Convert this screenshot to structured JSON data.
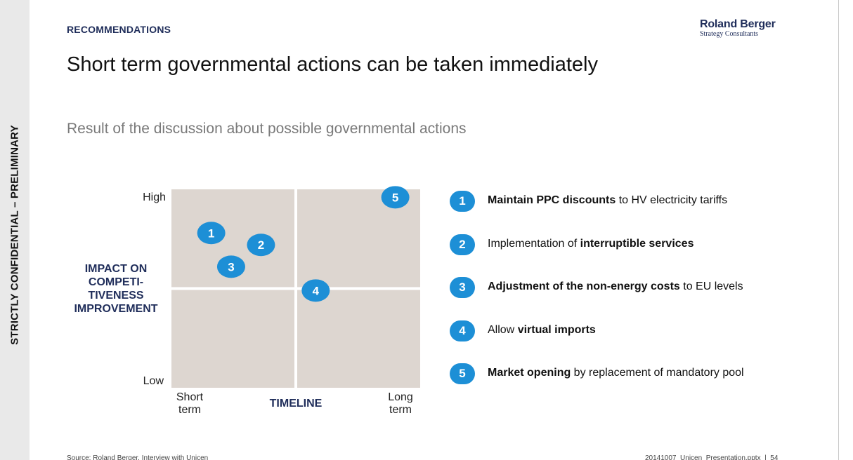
{
  "sidebar": {
    "confidentiality": "STRICTLY CONFIDENTIAL – PRELIMINARY"
  },
  "header": {
    "section": "RECOMMENDATIONS",
    "logo_main": "Roland Berger",
    "logo_sub": "Strategy Consultants",
    "title": "Short term governmental actions can be taken immediately",
    "subtitle": "Result of the discussion about possible governmental actions"
  },
  "colors": {
    "quadrant_fill": "#ddd6d0",
    "bubble": "#1d8fd6",
    "brand_navy": "#1f2d5a"
  },
  "chart_data": {
    "type": "scatter",
    "title": "",
    "xlabel": "TIMELINE",
    "ylabel": "IMPACT ON COMPETI- TIVENESS IMPROVEMENT",
    "ylabel_lines": [
      "IMPACT ON",
      "COMPETI-",
      "TIVENESS",
      "IMPROVEMENT"
    ],
    "x_tick_low": [
      "Short",
      "term"
    ],
    "x_tick_high": [
      "Long",
      "term"
    ],
    "y_tick_low": "Low",
    "y_tick_high": "High",
    "xlim": [
      0,
      1
    ],
    "ylim": [
      0,
      1
    ],
    "grid": "quadrants 2x2",
    "points": [
      {
        "label": "1",
        "x": 0.16,
        "y": 0.78
      },
      {
        "label": "2",
        "x": 0.36,
        "y": 0.72
      },
      {
        "label": "3",
        "x": 0.24,
        "y": 0.61
      },
      {
        "label": "4",
        "x": 0.58,
        "y": 0.49
      },
      {
        "label": "5",
        "x": 0.9,
        "y": 0.96
      }
    ]
  },
  "legend": {
    "items": [
      {
        "num": "1",
        "bold": "Maintain PPC discounts",
        "text_after": "  to HV electricity tariffs",
        "text_before": ""
      },
      {
        "num": "2",
        "bold": "interruptible services",
        "text_before": "Implementation of ",
        "text_after": ""
      },
      {
        "num": "3",
        "bold": "Adjustment of the non-energy costs",
        "text_before": "",
        "text_after": " to EU levels"
      },
      {
        "num": "4",
        "bold": "virtual imports",
        "text_before": "Allow ",
        "text_after": ""
      },
      {
        "num": "5",
        "bold": "Market opening",
        "text_before": "",
        "text_after": " by replacement of mandatory pool"
      }
    ]
  },
  "footer": {
    "source": "Source: Roland Berger, Interview with Unicen",
    "file": "20141007_Unicen_Presentation.pptx",
    "page": "54"
  }
}
